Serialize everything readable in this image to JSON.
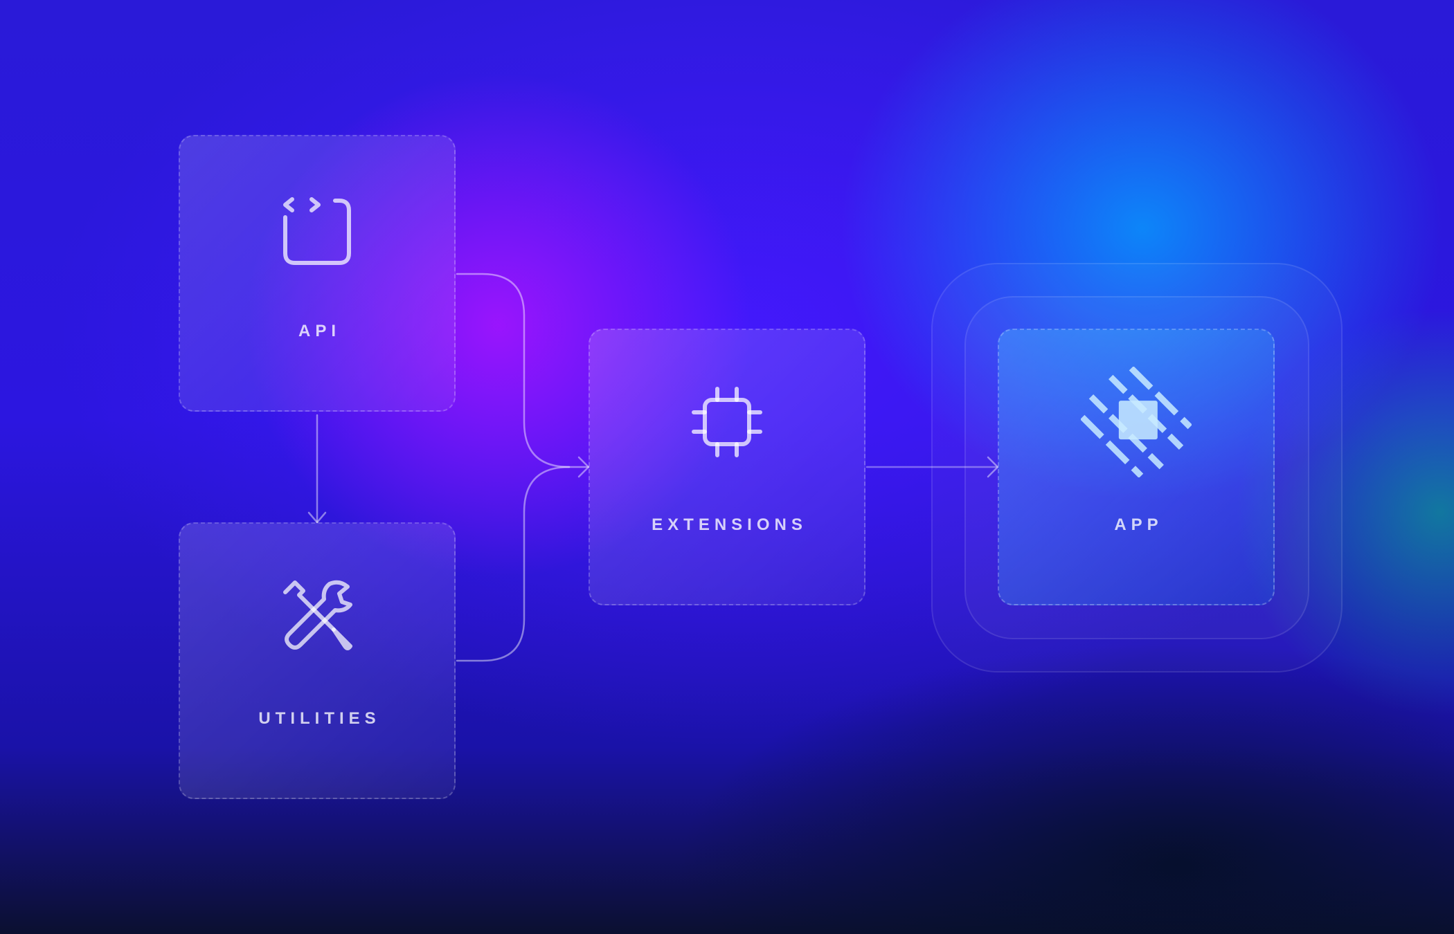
{
  "diagram": {
    "nodes": [
      {
        "id": "api",
        "label": "API",
        "icon": "code-window-icon"
      },
      {
        "id": "utilities",
        "label": "UTILITIES",
        "icon": "tools-icon"
      },
      {
        "id": "extensions",
        "label": "EXTENSIONS",
        "icon": "chip-icon"
      },
      {
        "id": "app",
        "label": "APP",
        "icon": "app-logo-icon"
      }
    ],
    "edges": [
      {
        "from": "api",
        "to": "utilities"
      },
      {
        "from": "api",
        "to": "extensions"
      },
      {
        "from": "utilities",
        "to": "extensions"
      },
      {
        "from": "extensions",
        "to": "app"
      }
    ]
  },
  "colors": {
    "background_primary": "#2c16e0",
    "accent_purple": "#a014ff",
    "accent_blue": "#00aaff",
    "accent_green": "#00c878"
  }
}
